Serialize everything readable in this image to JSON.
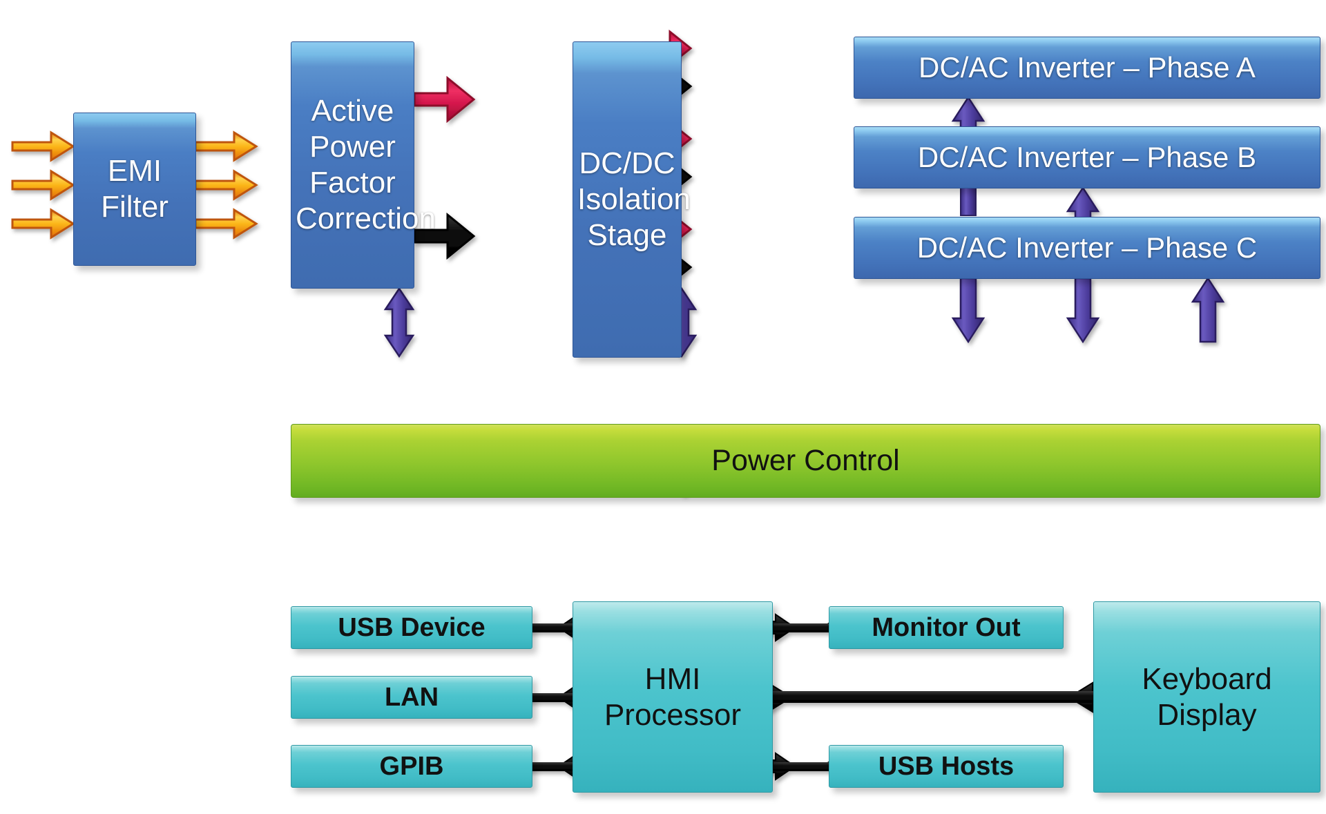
{
  "diagram": {
    "title": "Three-phase AC power source block diagram",
    "colors": {
      "block_blue": "#4472b8",
      "block_blue_inverter": "#4c82c6",
      "power_control_green": "#8ec62c",
      "hmi_teal": "#4cc4cd",
      "arrow_orange": "#f08000",
      "arrow_red": "#d0214f",
      "arrow_black": "#111111",
      "arrow_purple": "#4f3d9e",
      "text_white": "#ffffff",
      "text_black": "#111111",
      "background": "#ffffff"
    }
  },
  "power_stage": {
    "emi_filter": {
      "label": "EMI\nFilter",
      "line1": "EMI",
      "line2": "Filter"
    },
    "apfc": {
      "lines": [
        "Active",
        "Power",
        "Factor",
        "Correction"
      ]
    },
    "dcdc": {
      "lines": [
        "DC/DC",
        "Isolation",
        "Stage"
      ]
    },
    "inverters": [
      {
        "id": "phase-a",
        "label": "DC/AC Inverter – Phase A"
      },
      {
        "id": "phase-b",
        "label": "DC/AC Inverter – Phase B"
      },
      {
        "id": "phase-c",
        "label": "DC/AC Inverter – Phase C"
      }
    ],
    "power_control": {
      "label": "Power Control"
    }
  },
  "hmi_stage": {
    "processor": {
      "lines": [
        "HMI",
        "Processor"
      ]
    },
    "left_ports": [
      {
        "id": "usb-device",
        "label": "USB Device"
      },
      {
        "id": "lan",
        "label": "LAN"
      },
      {
        "id": "gpib",
        "label": "GPIB"
      }
    ],
    "right_ports": [
      {
        "id": "monitor-out",
        "label": "Monitor Out"
      },
      {
        "id": "usb-hosts",
        "label": "USB Hosts"
      }
    ],
    "keyboard_display": {
      "lines": [
        "Keyboard",
        "Display"
      ]
    }
  },
  "connections": {
    "ac_input_count": 3,
    "ac_input_color": "#f08000",
    "dc_bus_positive_color": "#d0214f",
    "dc_bus_return_color": "#111111",
    "control_bus_color": "#4f3d9e",
    "data_bus_color": "#111111"
  }
}
